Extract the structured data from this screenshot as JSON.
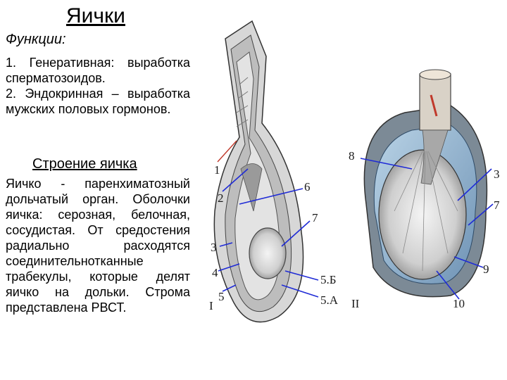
{
  "title": "Яички",
  "functions": {
    "heading": "Функции:",
    "items": [
      "1. Генеративная: выработка сперматозоидов.",
      "2. Эндокринная – выработка мужских половых гормонов."
    ]
  },
  "structure": {
    "heading": "Строение яичка",
    "text": "Яичко - паренхиматозный дольчатый орган. Оболочки яичка: серозная, белочная, сосудистая. От средостения радиально расходятся соединительнотканные трабекулы, которые делят яичко на дольки. Строма представлена РВСТ."
  },
  "figure": {
    "left_labels": [
      "1",
      "2",
      "3",
      "4",
      "5",
      "6",
      "7",
      "5.Б",
      "5.А",
      "I"
    ],
    "right_labels": [
      "8",
      "3",
      "7",
      "9",
      "10",
      "II"
    ],
    "colors": {
      "pointer": "#1f2bd6",
      "highlight": "#c0392b"
    }
  }
}
